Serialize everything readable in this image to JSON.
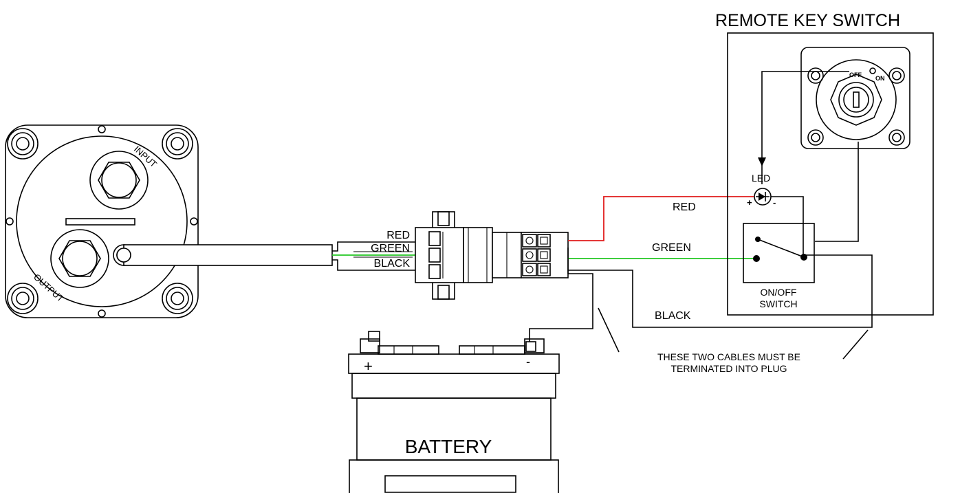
{
  "remote_key_switch": {
    "title": "REMOTE KEY SWITCH",
    "key_off_label": "OFF",
    "key_on_label": "ON",
    "led_label": "LED",
    "led_plus": "+",
    "led_minus": "-",
    "switch_label_line1": "ON/OFF",
    "switch_label_line2": "SWITCH"
  },
  "battery_switch": {
    "input_label": "INPUT",
    "output_label": "OUTPUT"
  },
  "harness_labels": {
    "red": "RED",
    "green": "GREEN",
    "black": "BLACK"
  },
  "wire_labels": {
    "red": "RED",
    "green": "GREEN",
    "black": "BLACK"
  },
  "battery": {
    "label": "BATTERY",
    "plus": "+",
    "minus": "-"
  },
  "note": {
    "line1": "THESE TWO CABLES MUST BE",
    "line2": "TERMINATED INTO PLUG"
  },
  "wire_colors": {
    "red": "#e11b1b",
    "green": "#22c722",
    "black": "#000000"
  }
}
